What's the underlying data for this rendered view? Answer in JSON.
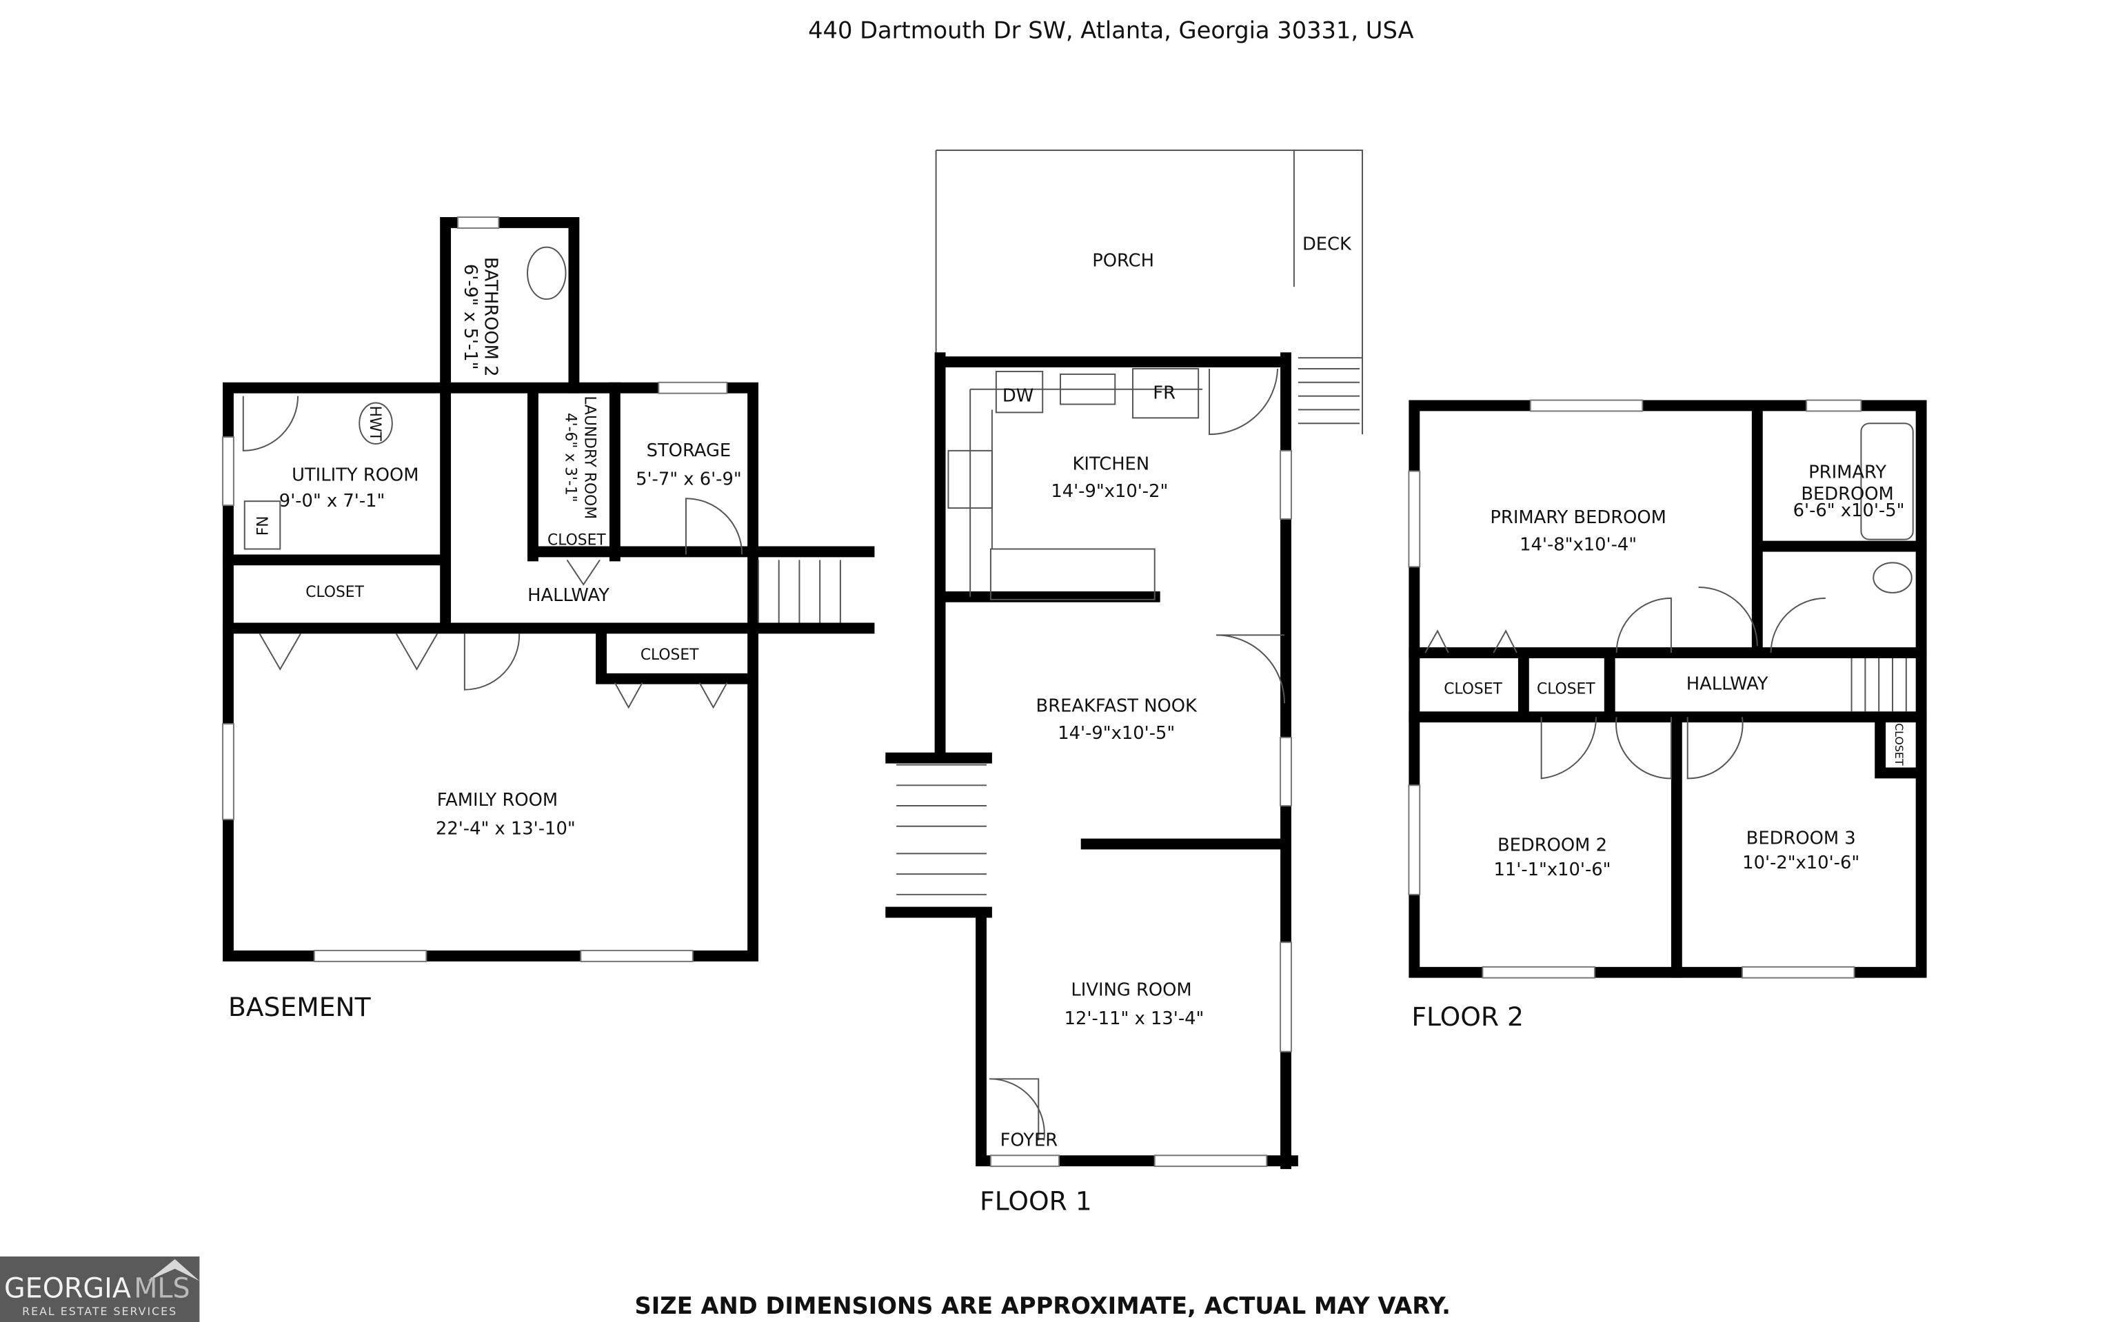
{
  "header": {
    "address": "440 Dartmouth Dr SW, Atlanta, Georgia 30331, USA"
  },
  "footer": {
    "disclaimer": "SIZE AND DIMENSIONS ARE APPROXIMATE, ACTUAL MAY VARY."
  },
  "logo": {
    "brand_left": "GEORGIA",
    "brand_right": "MLS",
    "tagline": "REAL ESTATE SERVICES"
  },
  "basement": {
    "title": "BASEMENT",
    "rooms": {
      "bathroom2": {
        "name": "BATHROOM 2",
        "dims": "6'-9\" x 5'-1\""
      },
      "utility": {
        "name": "UTILITY ROOM",
        "dims": "9'-0\" x 7'-1\""
      },
      "laundry": {
        "name": "LAUNDRY ROOM",
        "dims": "4'-6\" x 3'-1\""
      },
      "storage": {
        "name": "STORAGE",
        "dims": "5'-7\" x 6'-9\""
      },
      "closet_small": "CLOSET",
      "closet_left": "CLOSET",
      "closet_family": "CLOSET",
      "hallway": "HALLWAY",
      "family": {
        "name": "FAMILY ROOM",
        "dims": "22'-4\" x 13'-10\""
      }
    },
    "fixtures": {
      "hwt": "HWT",
      "fn": "FN"
    }
  },
  "floor1": {
    "title": "FLOOR 1",
    "rooms": {
      "porch": "PORCH",
      "deck": "DECK",
      "kitchen": {
        "name": "KITCHEN",
        "dims": "14'-9\"x10'-2\""
      },
      "nook": {
        "name": "BREAKFAST NOOK",
        "dims": "14'-9\"x10'-5\""
      },
      "living": {
        "name": "LIVING ROOM",
        "dims": "12'-11\" x 13'-4\""
      },
      "foyer": "FOYER"
    },
    "fixtures": {
      "dw": "DW",
      "fr": "FR"
    }
  },
  "floor2": {
    "title": "FLOOR 2",
    "rooms": {
      "primary": {
        "name": "PRIMARY BEDROOM",
        "dims": "14'-8\"x10'-4\""
      },
      "primary_bath": {
        "name1": "PRIMARY",
        "name2": "BEDROOM",
        "dims": "6'-6\" x10'-5\""
      },
      "closet1": "CLOSET",
      "closet2": "CLOSET",
      "closet3": "CLOSET",
      "hallway": "HALLWAY",
      "bed2": {
        "name": "BEDROOM 2",
        "dims": "11'-1\"x10'-6\""
      },
      "bed3": {
        "name": "BEDROOM 3",
        "dims": "10'-2\"x10'-6\""
      }
    }
  }
}
